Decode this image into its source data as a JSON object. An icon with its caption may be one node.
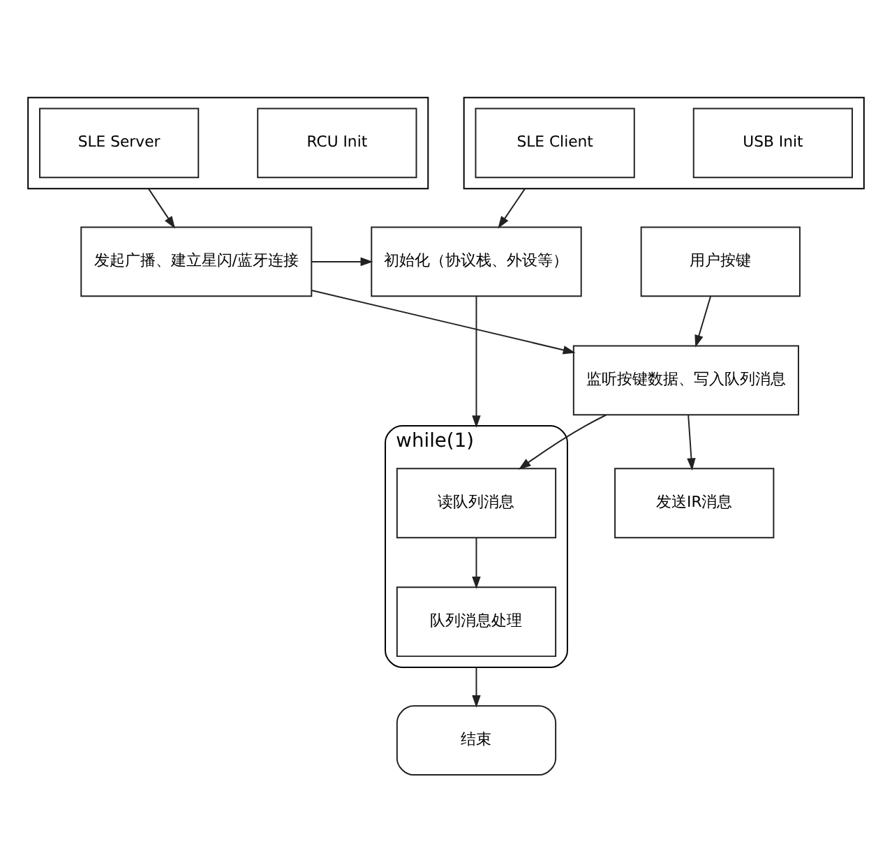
{
  "diagram": {
    "nodes": [
      {
        "text": [],
        "shape": "box"
      },
      {
        "text": [
          "USB Init"
        ],
        "in": 0
      },
      {
        "text": [
          "SLE Client"
        ],
        "in": 0
      },
      {
        "text": [],
        "shape": "box"
      },
      {
        "text": [
          "RCU Init"
        ],
        "in": 3
      },
      {
        "text": [
          "SLE Server"
        ],
        "in": 3
      },
      {
        "text": [
          "初始化（协议栈、外设等）"
        ]
      },
      {
        "text": [
          "发起广播、建立星闪/蓝牙连接"
        ]
      },
      {
        "text": [
          "用户按键"
        ]
      },
      {
        "text": [
          "while(1)"
        ]
      },
      {
        "text": [
          "读队列消息"
        ],
        "in": 9
      },
      {
        "text": [
          "队列消息处理"
        ],
        "in": 9
      },
      {
        "text": [
          "监听按键数据、写入队列消息"
        ]
      },
      {
        "text": [
          "发送IR消息"
        ]
      },
      {
        "text": [
          "结束"
        ]
      }
    ],
    "edges": [
      {
        "from": 0,
        "to": 6,
        "arrow": "to"
      },
      {
        "from": 3,
        "to": 7,
        "arrow": "to"
      },
      {
        "from": 7,
        "to": 6,
        "arrow": "to"
      },
      {
        "from": 6,
        "to": 9,
        "arrow": "to"
      },
      {
        "from": 7,
        "to": 12,
        "arrow": "to"
      },
      {
        "from": 8,
        "to": 12,
        "arrow": "to"
      },
      {
        "from": 12,
        "to": 10,
        "arrow": "to"
      },
      {
        "from": 10,
        "to": 11,
        "arrow": "to"
      },
      {
        "from": 12,
        "to": 13,
        "arrow": "to"
      },
      {
        "from": 9,
        "to": 14,
        "arrow": "to"
      }
    ]
  }
}
